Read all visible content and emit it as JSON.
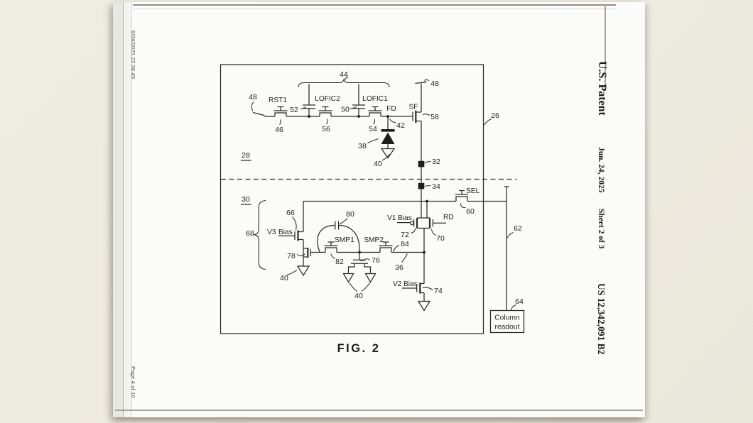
{
  "page": {
    "margin_notes": {
      "timestamp": "6/24/2025 23:36:45",
      "page_indicator": "Page 4 of 10"
    },
    "header": {
      "title": "U.S. Patent",
      "date": "Jun. 24, 2025",
      "sheet": "Sheet 2 of 3",
      "patent_number": "US 12,342,091 B2"
    }
  },
  "figure": {
    "caption": "FIG. 2",
    "readout_box": {
      "line1": "Column",
      "line2": "readout"
    },
    "labels": {
      "brace_top": "44",
      "supply_left": "48",
      "supply_right": "48",
      "rst1": "RST1",
      "lofic2": "LOFIC2",
      "lofic1": "LOFIC1",
      "fd": "FD",
      "sf": "SF",
      "sel": "SEL",
      "rd": "RD",
      "smp1": "SMP1",
      "smp2": "SMP2",
      "v1": "V1",
      "v2": "V2",
      "v3": "V3",
      "bias_v1": "Bias",
      "bias_v2": "Bias",
      "bias_v3": "Bias",
      "n26": "26",
      "n28": "28",
      "n30": "30",
      "n32": "32",
      "n34": "34",
      "n36": "36",
      "n38": "38",
      "n40_diode": "40",
      "n40_left": "40",
      "n40_caps": "40",
      "n42": "42",
      "n46": "46",
      "n50": "50",
      "n52": "52",
      "n54": "54",
      "n56": "56",
      "n58": "58",
      "n60": "60",
      "n62": "62",
      "n64": "64",
      "n66": "66",
      "n68": "68",
      "n70": "70",
      "n72": "72",
      "n74": "74",
      "n76": "76",
      "n78": "78",
      "n80": "80",
      "n82": "82",
      "n84": "84"
    }
  }
}
